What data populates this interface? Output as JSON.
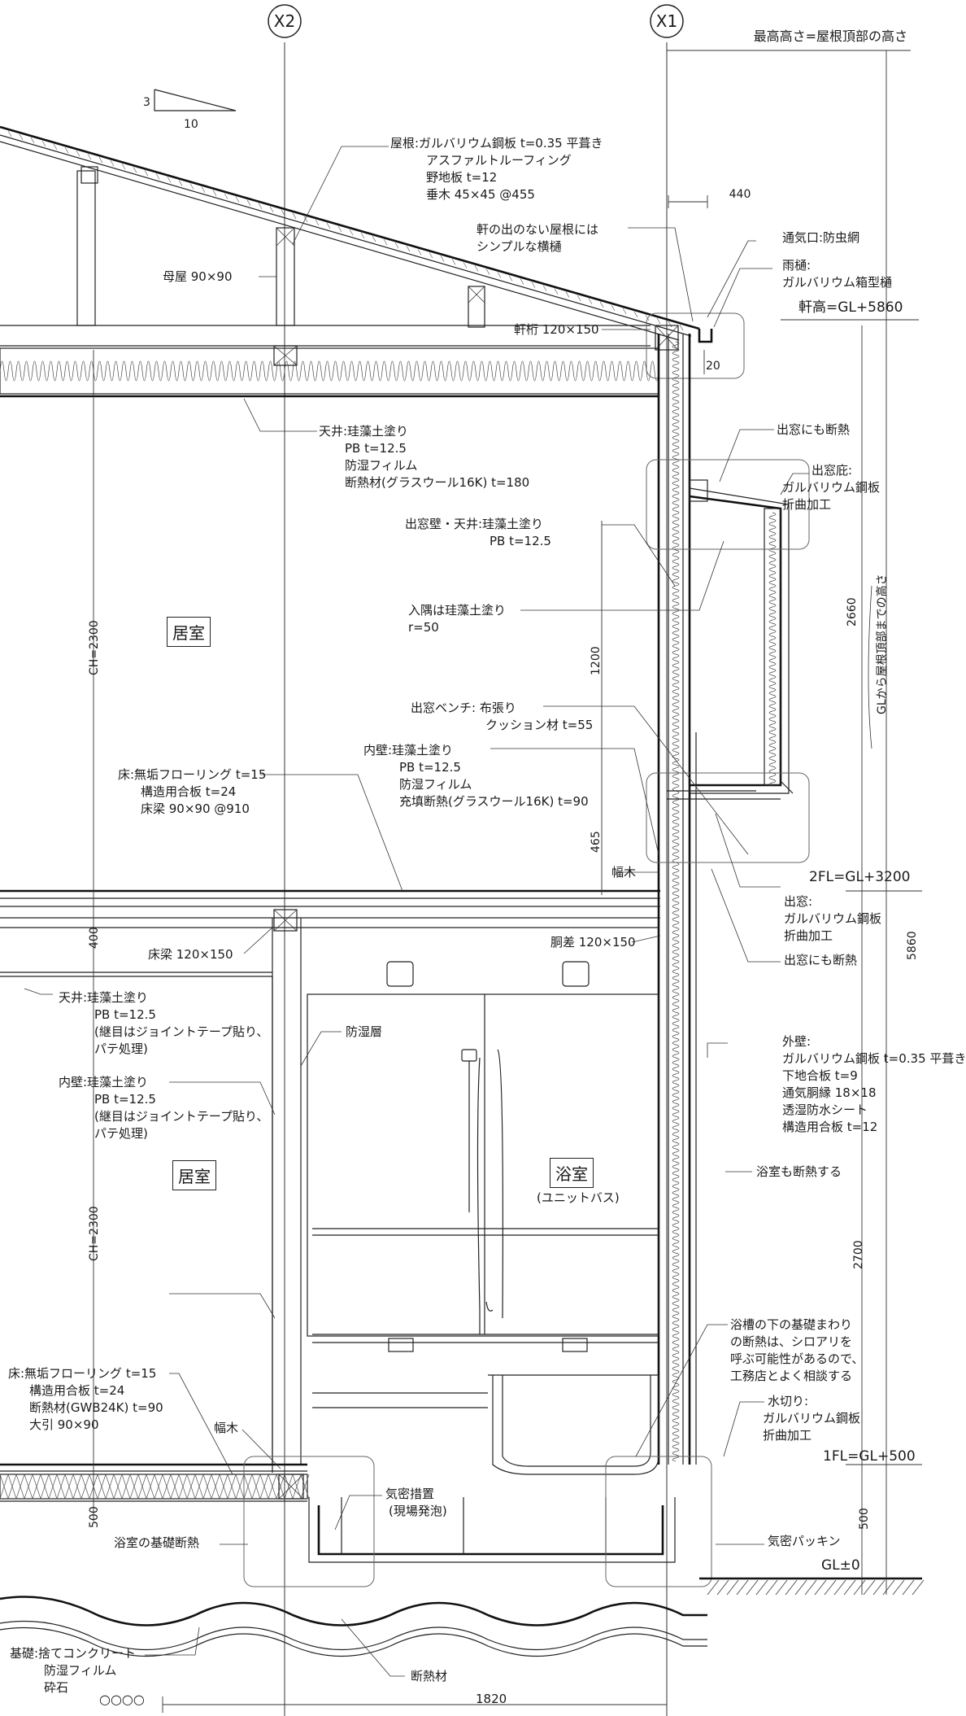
{
  "grid": {
    "x2": "X2",
    "x1": "X1"
  },
  "top_note": "最高高さ=屋根頂部の高さ",
  "slope": {
    "rise": "3",
    "run": "10"
  },
  "roof_note": [
    "屋根:ガルバリウム鋼板 t=0.35 平葺き",
    "アスファルトルーフィング",
    "野地板 t=12",
    "垂木 45×45 @455"
  ],
  "eave_note": [
    "軒の出のない屋根には",
    "シンプルな横樋"
  ],
  "purlin": "母屋 90×90",
  "eave_beam": "軒桁 120×150",
  "vent": "通気口:防虫網",
  "gutter": [
    "雨樋:",
    "ガルバリウム箱型樋"
  ],
  "eave_height": "軒高=GL+5860",
  "dim_440": "440",
  "dim_20": "20",
  "ceiling2": [
    "天井:珪藻土塗り",
    "PB t=12.5",
    "防湿フィルム",
    "断熱材(グラスウール16K) t=180"
  ],
  "bay_insul_top": "出窓にも断熱",
  "bay_bottom": [
    "出窓庇:",
    "ガルバリウム鋼板",
    "折曲加工"
  ],
  "bay_wall": [
    "出窓壁・天井:珪藻土塗り",
    "PB t=12.5"
  ],
  "corner": [
    "入隅は珪藻土塗り",
    "r=50"
  ],
  "dim_2660": "2660",
  "gl_note": "GLから屋根頂部までの高さ",
  "room2": "居室",
  "ch2": "CH=2300",
  "dim_1200": "1200",
  "bench": [
    "出窓ベンチ: 布張り",
    "クッション材 t=55"
  ],
  "inner_wall2": [
    "内壁:珪藻土塗り",
    "PB t=12.5",
    "防湿フィルム",
    "充填断熱(グラスウール16K) t=90"
  ],
  "floor2": [
    "床:無垢フローリング t=15",
    "構造用合板 t=24",
    "床梁 90×90 @910"
  ],
  "dim_465": "465",
  "baseboard2": "幅木",
  "fl2": "2FL=GL+3200",
  "bay_window": [
    "出窓:",
    "ガルバリウム鋼板",
    "折曲加工"
  ],
  "bay_insul_bottom": "出窓にも断熱",
  "dim_5860": "5860",
  "dim_400": "400",
  "floor_beam": "床梁 120×150",
  "girth": "胴差 120×150",
  "ceiling1": [
    "天井:珪藻土塗り",
    "PB t=12.5",
    "(継目はジョイントテープ貼り、",
    "パテ処理)"
  ],
  "vapor": "防湿層",
  "inner_wall1": [
    "内壁:珪藻土塗り",
    "PB t=12.5",
    "(継目はジョイントテープ貼り、",
    "パテ処理)"
  ],
  "ext_wall": [
    "外壁:",
    "ガルバリウム鋼板 t=0.35 平葺き",
    "下地合板 t=9",
    "通気胴縁 18×18",
    "透湿防水シート",
    "構造用合板 t=12"
  ],
  "room1": "居室",
  "bath": "浴室",
  "bath_sub": "(ユニットバス)",
  "bath_insul": "浴室も断熱する",
  "ch1": "CH=2300",
  "dim_2700": "2700",
  "termite": [
    "浴槽の下の基礎まわり",
    "の断熱は、シロアリを",
    "呼ぶ可能性があるので、",
    "工務店とよく相談する"
  ],
  "floor1": [
    "床:無垢フローリング t=15",
    "構造用合板 t=24",
    "断熱材(GWB24K) t=90",
    "大引 90×90"
  ],
  "baseboard1": "幅木",
  "drip": [
    "水切り:",
    "ガルバリウム鋼板",
    "折曲加工"
  ],
  "fl1": "1FL=GL+500",
  "airtight": [
    "気密措置",
    "(現場発泡)"
  ],
  "dim_500": "500",
  "bath_found": "浴室の基礎断熱",
  "packing": "気密パッキン",
  "gl": "GL±0",
  "foundation": [
    "基礎:捨てコンクリート",
    "防湿フィルム",
    "砕石"
  ],
  "circles": "○○○○",
  "insulation": "断熱材",
  "dim_1820": "1820"
}
